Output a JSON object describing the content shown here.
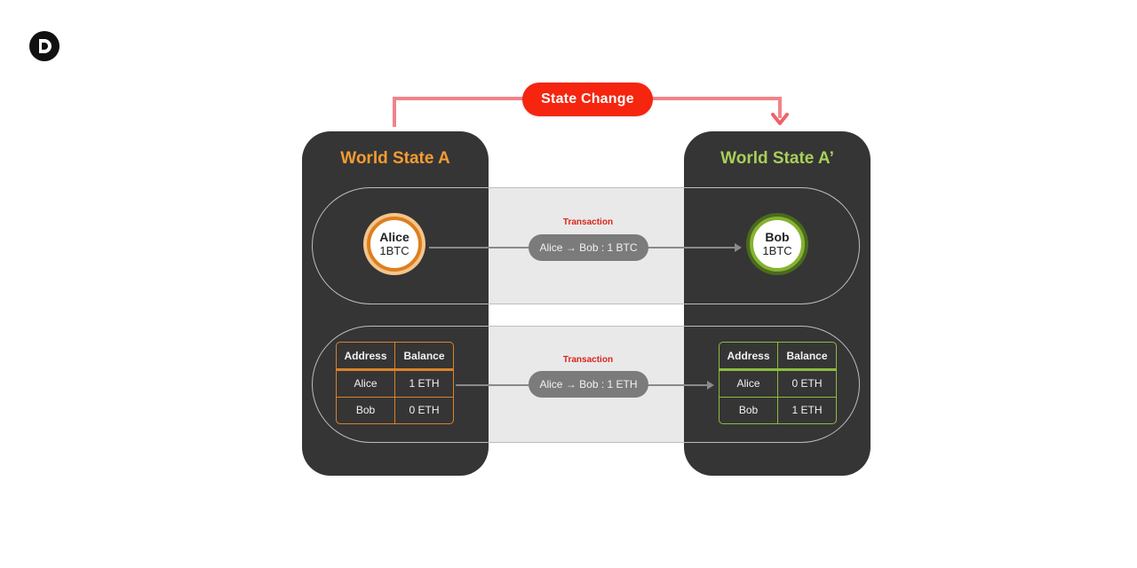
{
  "state_change_label": "State Change",
  "world_state_a": {
    "title": "World State A",
    "color": "#f59c32",
    "node": {
      "name": "Alice",
      "amount": "1BTC"
    },
    "table": {
      "headers": [
        "Address",
        "Balance"
      ],
      "rows": [
        [
          "Alice",
          "1 ETH"
        ],
        [
          "Bob",
          "0 ETH"
        ]
      ]
    }
  },
  "world_state_b": {
    "title": "World State A’",
    "color": "#8ebb3e",
    "node": {
      "name": "Bob",
      "amount": "1BTC"
    },
    "table": {
      "headers": [
        "Address",
        "Balance"
      ],
      "rows": [
        [
          "Alice",
          "0 ETH"
        ],
        [
          "Bob",
          "1 ETH"
        ]
      ]
    }
  },
  "transactions": [
    {
      "label": "Transaction",
      "detail": "Alice → Bob : 1 BTC"
    },
    {
      "label": "Transaction",
      "detail": "Alice → Bob : 1 ETH"
    }
  ],
  "colors": {
    "state_change": "#f5250f",
    "connector": "#f0848a",
    "panel": "#353535",
    "transaction_label": "#d9261c"
  }
}
